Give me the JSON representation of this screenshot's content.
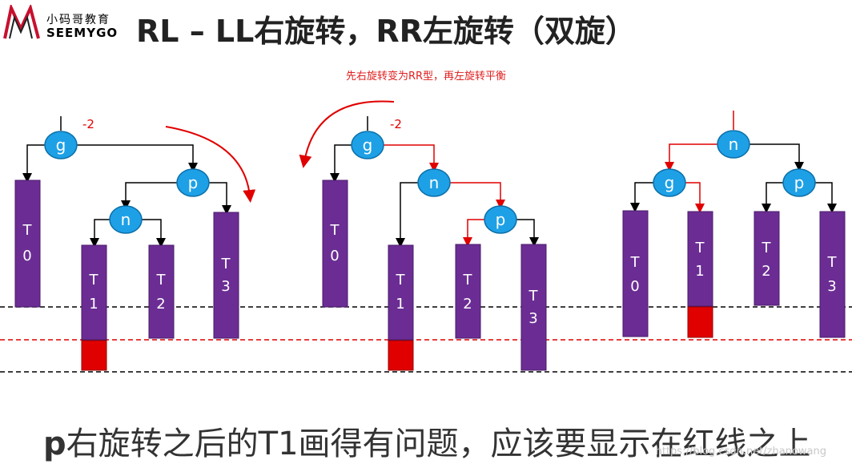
{
  "header": {
    "logo_top": "小码哥教育",
    "logo_bottom": "SEEMYGO",
    "title": "RL – LL右旋转，RR左旋转（双旋）"
  },
  "note": "先右旋转变为RR型，再左旋转平衡",
  "balance_labels": [
    "-2",
    "-2"
  ],
  "nodes": [
    "g",
    "p",
    "n"
  ],
  "subtrees": [
    "T",
    "0",
    "1",
    "2",
    "3"
  ],
  "caption": {
    "p": "p",
    "rest_before": "右旋转之后的",
    "t1": "T1",
    "rest_after": "画得有问题，应该要显示在红线之上"
  },
  "watermark": "https://blog.csdn.net/zhanowang",
  "colors": {
    "node_fill": "#1ea0e6",
    "node_stroke": "#0b6fa8",
    "block_fill": "#6b2d94",
    "red": "#e00000",
    "teal_line": "#4aaea8",
    "dashed_black": "#000000"
  }
}
